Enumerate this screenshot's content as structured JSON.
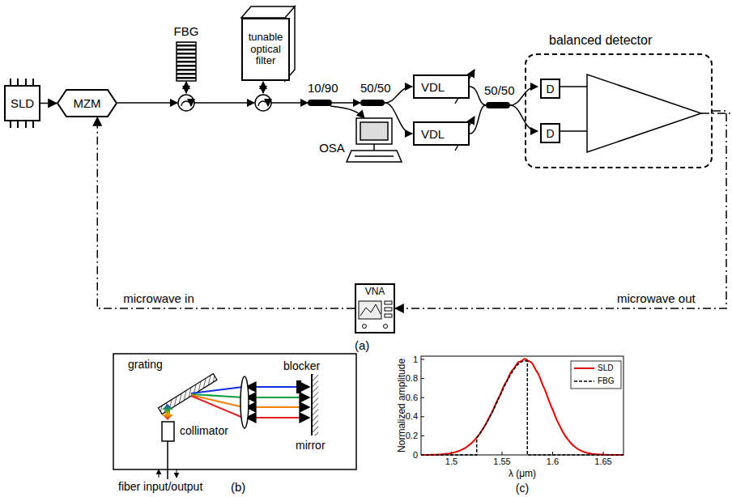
{
  "diagram": {
    "nodes": [
      {
        "text": [
          "SLD"
        ]
      },
      {
        "text": [
          "MZM"
        ]
      },
      {
        "text": [
          "FBG"
        ]
      },
      {
        "text": [
          "tunable optical filter"
        ]
      },
      {
        "text": [
          "OSA"
        ]
      },
      {
        "text": [
          "VDL"
        ]
      },
      {
        "text": [
          "VDL"
        ]
      },
      {
        "text": [
          "balanced detector"
        ]
      },
      {
        "text": [
          "D"
        ],
        "in": 7
      },
      {
        "text": [
          "D"
        ],
        "in": 7
      },
      {
        "text": [
          "VNA"
        ]
      }
    ],
    "edges": [
      {
        "from": 0,
        "to": 1,
        "arrow": "to"
      },
      {
        "from": 10,
        "to": 1,
        "label": "microwave in",
        "arrow": "to"
      },
      {
        "from": 7,
        "to": 10,
        "label": "microwave out",
        "arrow": "to"
      }
    ],
    "labels": [
      "10/90",
      "50/50",
      "50/50",
      "(a)",
      "grating",
      "blocker",
      "mirror",
      "collimator",
      "fiber input/output",
      "(b)",
      "Normalized amplitude",
      "λ (μm)",
      "0",
      "0.2",
      "0.4",
      "0.6",
      "0.8",
      "1",
      "1.5",
      "1.55",
      "1.6",
      "1.65",
      "(c)"
    ],
    "legend": [
      {
        "text": "SLD"
      },
      {
        "text": "FBG"
      }
    ]
  }
}
